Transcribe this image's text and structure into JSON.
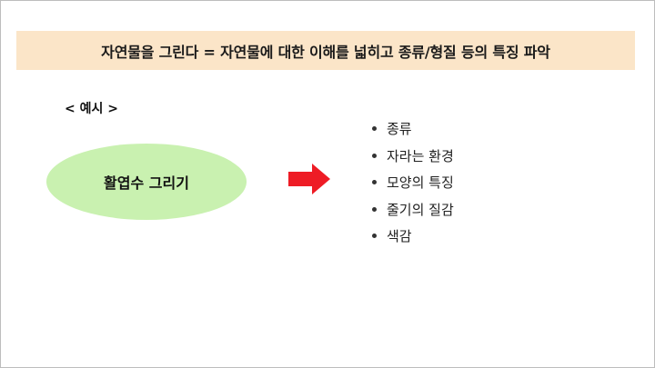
{
  "title": "자연물을 그린다 = 자연물에 대한 이해를 넓히고 종류/형질 등의 특징 파악",
  "example_label": "< 예시 >",
  "ellipse": {
    "label": "활엽수 그리기",
    "color": "#c9f1b0"
  },
  "arrow": {
    "icon": "right-arrow-icon",
    "color": "#ee1c25"
  },
  "features": [
    {
      "label": "종류"
    },
    {
      "label": "자라는 환경"
    },
    {
      "label": "모양의 특징"
    },
    {
      "label": "줄기의 질감"
    },
    {
      "label": "색감"
    }
  ],
  "colors": {
    "title_bar": "#fbe5c8"
  }
}
